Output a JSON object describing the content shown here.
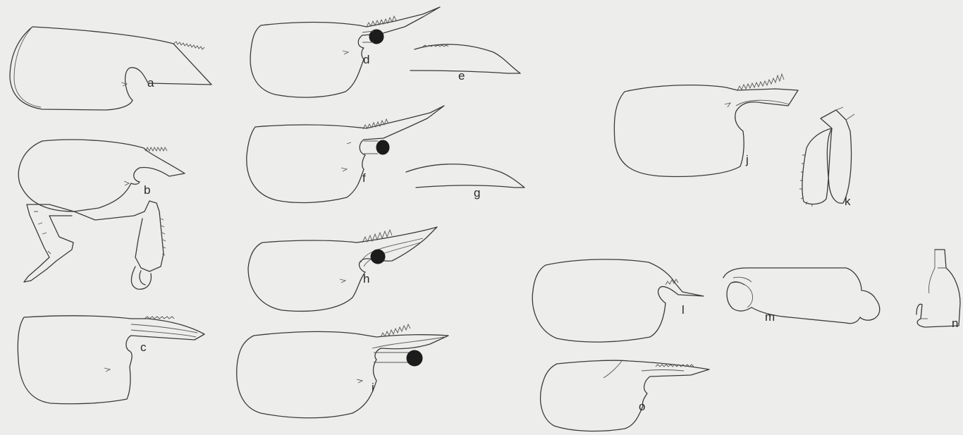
{
  "figure_labels": {
    "a": "a",
    "b": "b",
    "c": "c",
    "d": "d",
    "e": "e",
    "f": "f",
    "g": "g",
    "h": "h",
    "i": "i",
    "j": "j",
    "k": "k",
    "l": "l",
    "m": "m",
    "n": "n",
    "o": "o"
  },
  "colors": {
    "background": "#ededeb",
    "line": "#3a3a3a",
    "eye_fill": "#1c1c1c"
  }
}
